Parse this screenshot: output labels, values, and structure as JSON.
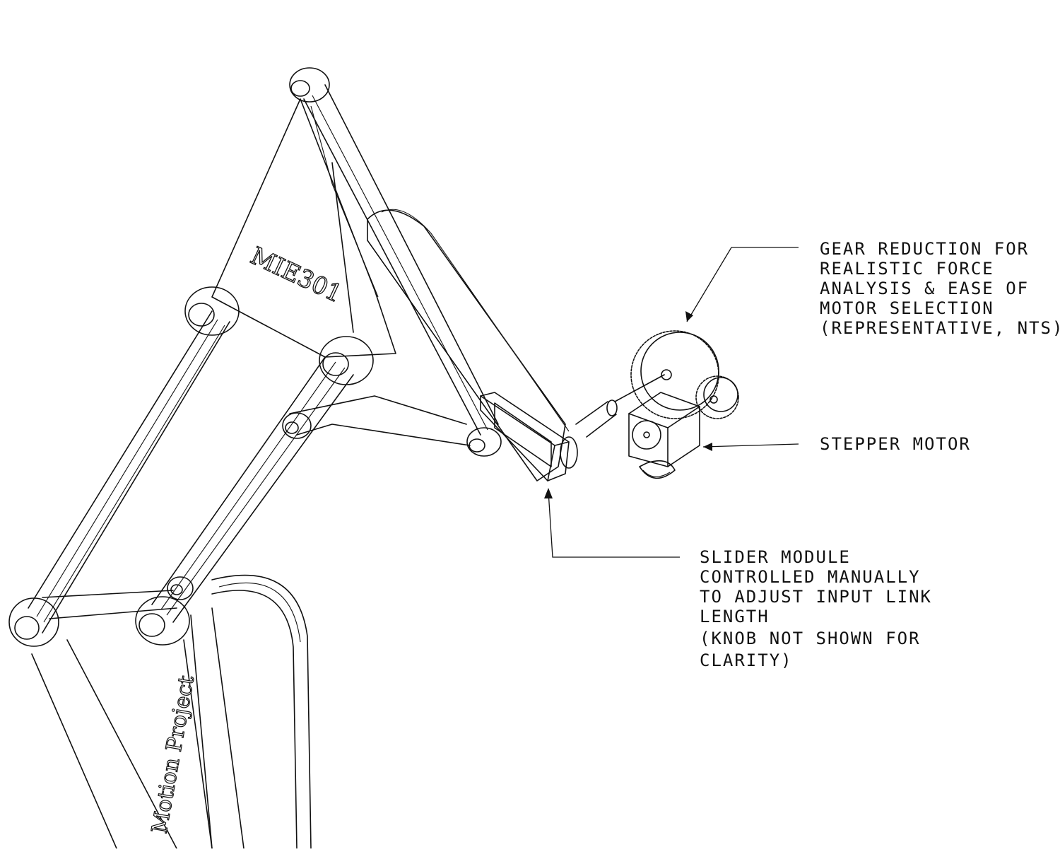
{
  "callouts": {
    "gear": {
      "lines": [
        "GEAR REDUCTION FOR",
        "REALISTIC FORCE",
        "ANALYSIS & EASE OF",
        "MOTOR SELECTION",
        "(REPRESENTATIVE, NTS)"
      ]
    },
    "motor": {
      "lines": [
        "STEPPER MOTOR"
      ]
    },
    "slider": {
      "lines": [
        "SLIDER MODULE",
        "CONTROLLED MANUALLY",
        "TO ADJUST INPUT LINK",
        "LENGTH",
        "(KNOB NOT SHOWN FOR",
        "CLARITY)"
      ]
    }
  },
  "engravings": {
    "plate": "MIE301",
    "base": "Motion Project"
  }
}
